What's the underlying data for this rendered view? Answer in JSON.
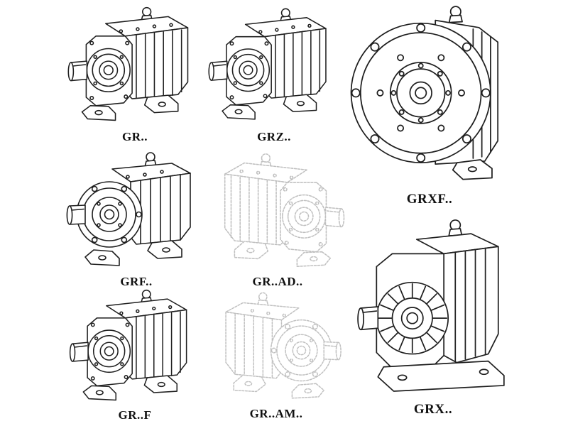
{
  "page": {
    "background": "#ffffff",
    "line_color": "#1f1f1f",
    "faint_line_color": "#c0c0c0",
    "label_color": "#111111"
  },
  "catalog": {
    "items": [
      {
        "id": "gr",
        "label": "GR..",
        "style": "solid"
      },
      {
        "id": "grz",
        "label": "GRZ..",
        "style": "solid"
      },
      {
        "id": "grxf",
        "label": "GRXF..",
        "style": "solid"
      },
      {
        "id": "grf",
        "label": "GRF..",
        "style": "solid"
      },
      {
        "id": "grad",
        "label": "GR..AD..",
        "style": "faint"
      },
      {
        "id": "grx",
        "label": "GRX..",
        "style": "solid"
      },
      {
        "id": "grft",
        "label": "GR..F",
        "style": "solid"
      },
      {
        "id": "gram",
        "label": "GR..AM..",
        "style": "faint"
      }
    ]
  }
}
